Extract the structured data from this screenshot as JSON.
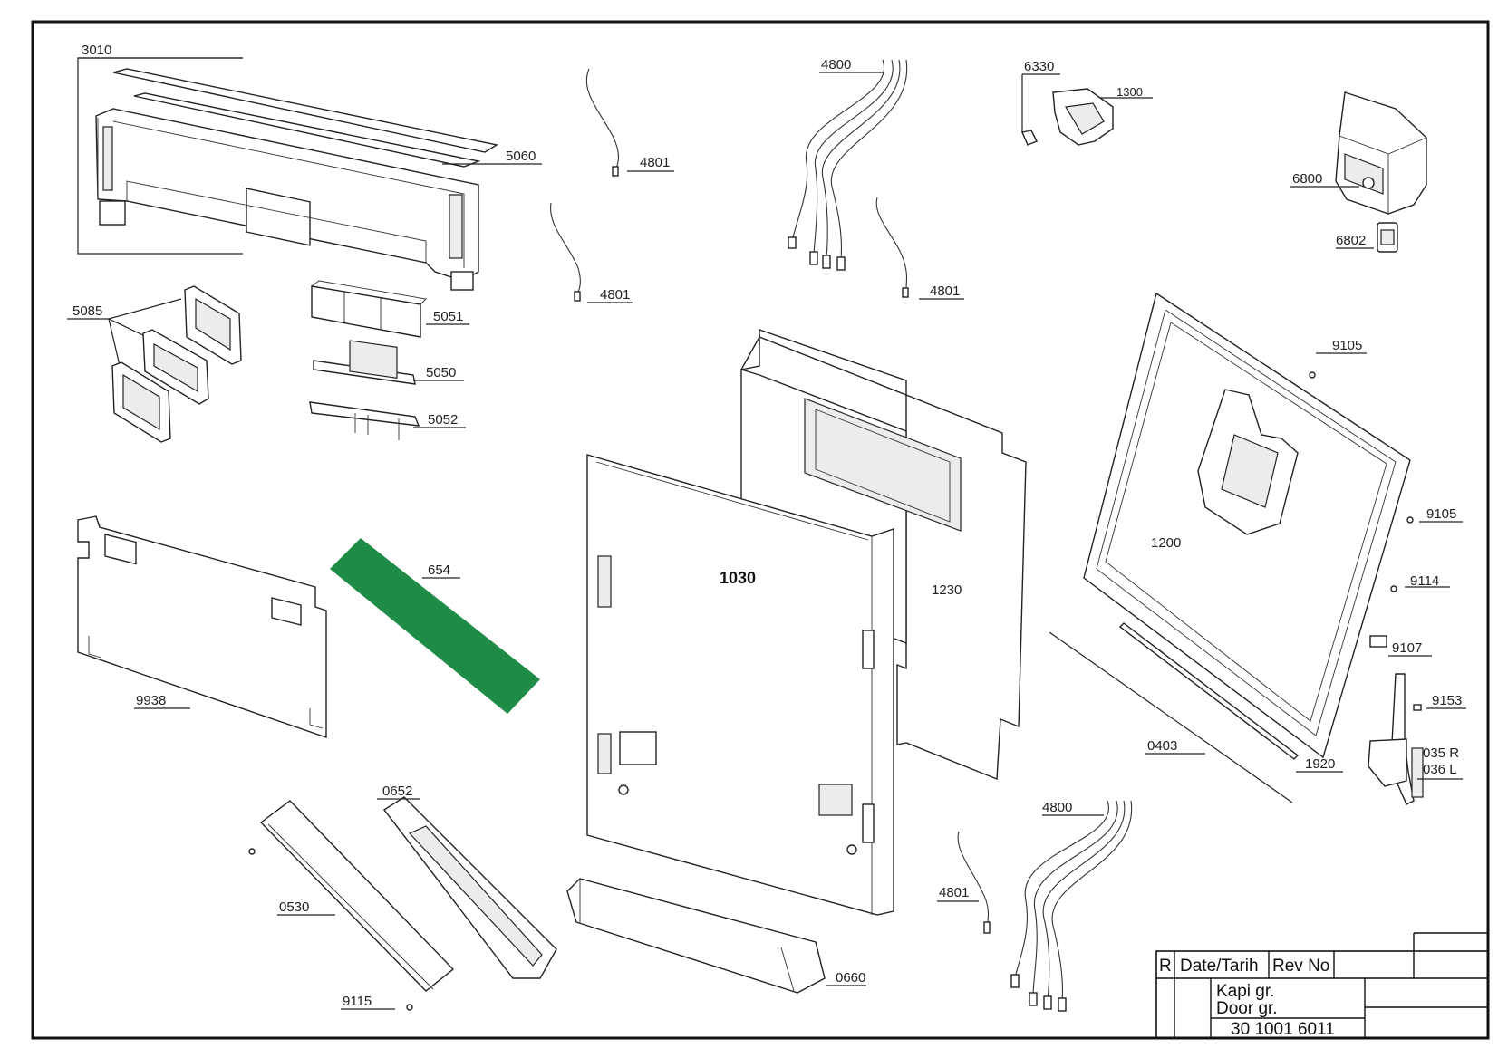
{
  "diagram": {
    "labels": {
      "p3010": "3010",
      "p5060": "5060",
      "p4801a": "4801",
      "p4801b": "4801",
      "p4801c": "4801",
      "p4801d": "4801",
      "p4800a": "4800",
      "p4800b": "4800",
      "p6330": "6330",
      "p1300": "1300",
      "p6800": "6800",
      "p6802": "6802",
      "p5085": "5085",
      "p5051": "5051",
      "p5050": "5050",
      "p5052": "5052",
      "p9105a": "9105",
      "p9105b": "9105",
      "p1200": "1200",
      "p9114": "9114",
      "p9107": "9107",
      "p9153": "9153",
      "p035": "035 R",
      "p036": "036 L",
      "p1920": "1920",
      "p0403": "0403",
      "p1230": "1230",
      "p1030": "1030",
      "p654": "654",
      "p9938": "9938",
      "p0652": "0652",
      "p0530": "0530",
      "p9115": "9115",
      "p0660": "0660"
    },
    "highlight_color": "#1e8c47"
  },
  "title_block": {
    "rev_mark": "R",
    "date_header": "Date/Tarih",
    "rev_header": "Rev No",
    "name_tr": "Kapi gr.",
    "name_en": "Door gr.",
    "part_number": "30 1001 6011"
  }
}
